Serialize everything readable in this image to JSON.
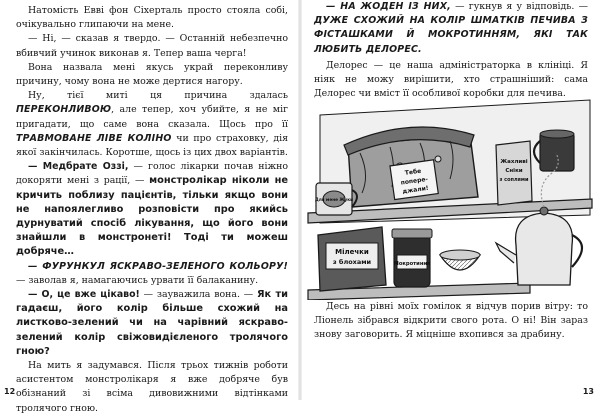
{
  "left_page": {
    "p1": "Натомість Еввi фон Сіхерталь просто стояла собі, очікувально глипаючи на мене.",
    "p2": "— Ні, — сказав я твердо. — Останній небезпечно вбивчий учинок виконав я. Тепер ваша черга!",
    "p3": "Вона назвала мені якусь украй переконливу причину, чому вона не може дертися нагору.",
    "p4a": "Ну, тієї миті ця причина здалась",
    "p4_em1": "переконливою",
    "p4b": ", але тепер, хоч убийте, я не міг пригадати, що саме вона сказала. Щось про її",
    "p4_em2": "травмоване ліве коліно",
    "p4c": "чи про страховку, дія якої закінчилась. Коротше, щось із цих двох варіантів.",
    "p5_name": "— Медбрате Оззі,",
    "p5a": "— голос лікарки почав ніжно докоряти мені з рації, —",
    "p5_bold": "монстролікар ніколи не кричить поблизу пацієнтів, тільки якщо вони не напоялегливо розповісти про якийсь дурнуватий спосіб лікування, що його вони знайшли в монстронеті! Тоді ти можеш добряче…",
    "p6": "— ФУРУНКУЛ ЯСКРАВО-ЗЕЛЕНОГО КОЛЬОРУ!",
    "p6b": "— заволав я, намагаючись урвати її балаканину.",
    "p7_bold1": "— О, це вже цікаво!",
    "p7a": "— зауважила вона. —",
    "p7_bold2": "Як ти гадаєш, його колір більше схожий на листково-зелений чи на чарівний яскраво-зелений колір свіжовидієленого тролячого гною?",
    "p8": "На мить я задумався. Після трьох тижнів роботи асистентом монстролікаря я вже добряче був обізнаний зі всіма дивовижними відтінками тролячого гною.",
    "folio": "12"
  },
  "right_page": {
    "r1_bold": "— На жоден із них,",
    "r1a": "— гукнув я у відповідь. —",
    "r1_bold2": "Дуже схожий на колір шматків печива з фісташками й мокротинням, які так любить Делорес.",
    "r2": "Делорес — це наша адміністраторка в клініці. Я ніяк не можу вирішити, хто страшніший: сама Делорес чи вміст її особливої коробки для печива.",
    "r3": "Десь на рівні моїх гомілок я відчув порив вітру: то Ліонель зібрався відкрити свого рота. О ні! Він зараз знову заговорить. Я міцніше вхопився за драбину.",
    "folio": "13"
  },
  "illustration": {
    "sign_line1": "Тебе",
    "sign_line2": "попере-",
    "sign_line3": "джали!",
    "mug_text": "Для мене Жуки",
    "box_label_1": "Мілечки",
    "box_label_2": "з блохами",
    "jar_label": "Мокротиння",
    "pack_label_1": "Жахливі",
    "pack_label_2": "Сніки",
    "pack_label_3": "з соплями",
    "colors": {
      "ink": "#1a1a1a",
      "fill_light": "#d8d8d8",
      "fill_mid": "#9a9a9a",
      "fill_dark": "#3a3a3a"
    }
  }
}
